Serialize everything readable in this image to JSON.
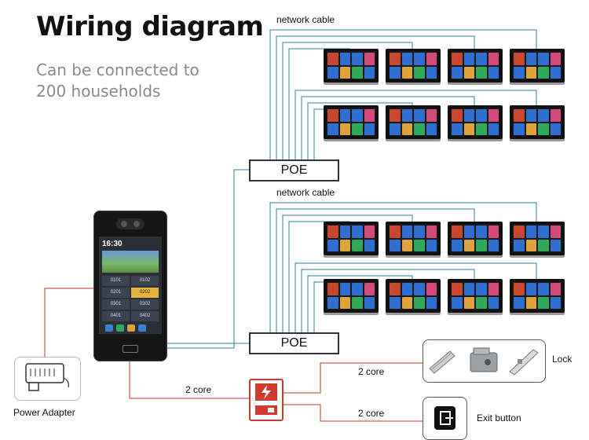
{
  "title": "Wiring diagram",
  "subtitle_line1": "Can be connected to",
  "subtitle_line2": "200 households",
  "network_cable_top": "network cable",
  "network_cable_bottom": "network cable",
  "poe_top": "POE",
  "poe_bottom": "POE",
  "door_station": {
    "time": "16:30",
    "keys": [
      "0101",
      "0102",
      "0201",
      "0202",
      "0301",
      "0302",
      "0401",
      "0402"
    ]
  },
  "power_adapter_label": "Power Adapter",
  "controller_cable_label": "2 core",
  "lock_cable_label": "2 core",
  "exit_cable_label": "2 core",
  "lock_label": "Lock",
  "exit_button_label": "Exit button",
  "colors": {
    "network": "#2f7fa0",
    "power": "#c0392b",
    "controller": "#d03b2f",
    "poe_border": "#333333"
  }
}
